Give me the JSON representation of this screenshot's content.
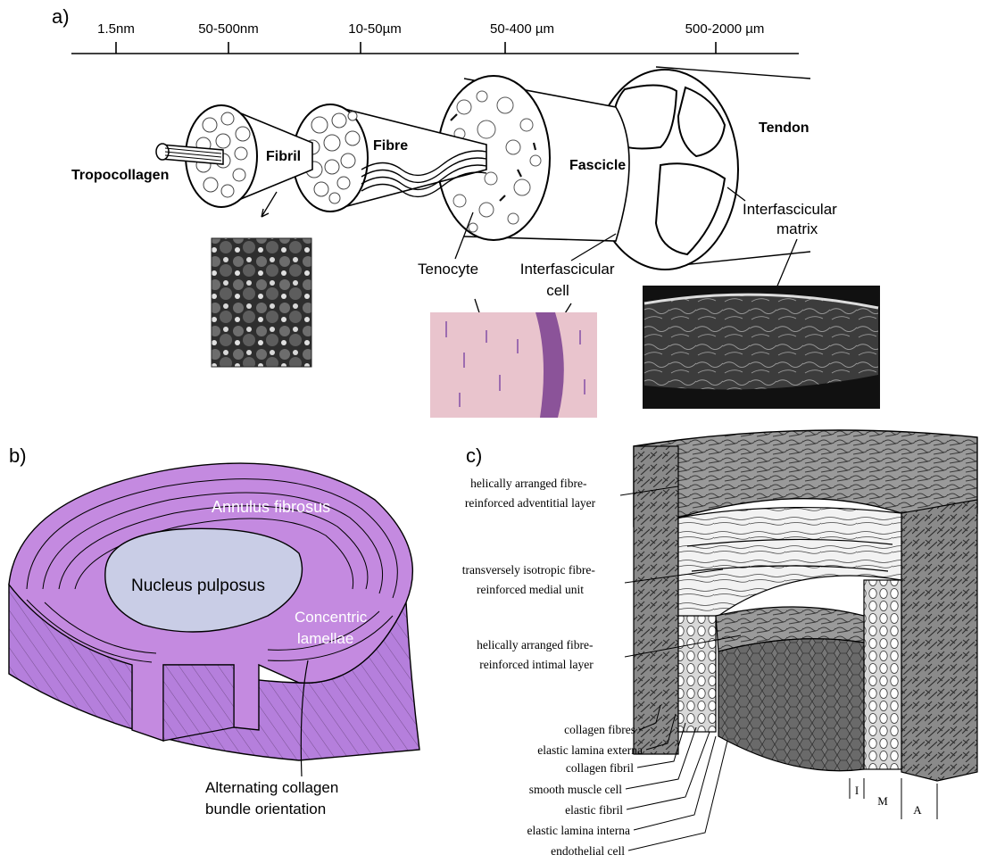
{
  "panels": {
    "a": {
      "letter": "a)",
      "scale_ticks": [
        "1.5nm",
        "50-500nm",
        "10-50µm",
        "50-400 µm",
        "500-2000 µm"
      ],
      "structures": {
        "tropocollagen": "Tropocollagen",
        "fibril": "Fibril",
        "fibre": "Fibre",
        "fascicle": "Fascicle",
        "tendon": "Tendon"
      },
      "annotations": {
        "interfascicular_matrix": [
          "Interfascicular",
          "matrix"
        ],
        "tenocyte": "Tenocyte",
        "interfascicular_cell": [
          "Interfascicular",
          "cell"
        ]
      }
    },
    "b": {
      "letter": "b)",
      "annulus": "Annulus fibrosus",
      "nucleus": "Nucleus pulposus",
      "lamellae": [
        "Concentric",
        "lamellae"
      ],
      "orientation": [
        "Alternating collagen",
        "bundle  orientation"
      ],
      "colors": {
        "disc_top": "#c48ae0",
        "disc_side": "#b57fdc",
        "nucleus": "#c9cde6"
      }
    },
    "c": {
      "letter": "c)",
      "layers": [
        [
          "helically arranged fibre-",
          "reinforced adventitial layer"
        ],
        [
          "transversely isotropic fibre-",
          "reinforced medial unit"
        ],
        [
          "helically arranged fibre-",
          "reinforced intimal layer"
        ]
      ],
      "components": [
        "collagen fibres",
        "elastic lamina externa",
        "collagen fibril",
        "smooth muscle cell",
        "elastic fibril",
        "elastic lamina interna",
        "endothelial cell"
      ],
      "wall_labels": [
        "I",
        "M",
        "A"
      ]
    }
  }
}
